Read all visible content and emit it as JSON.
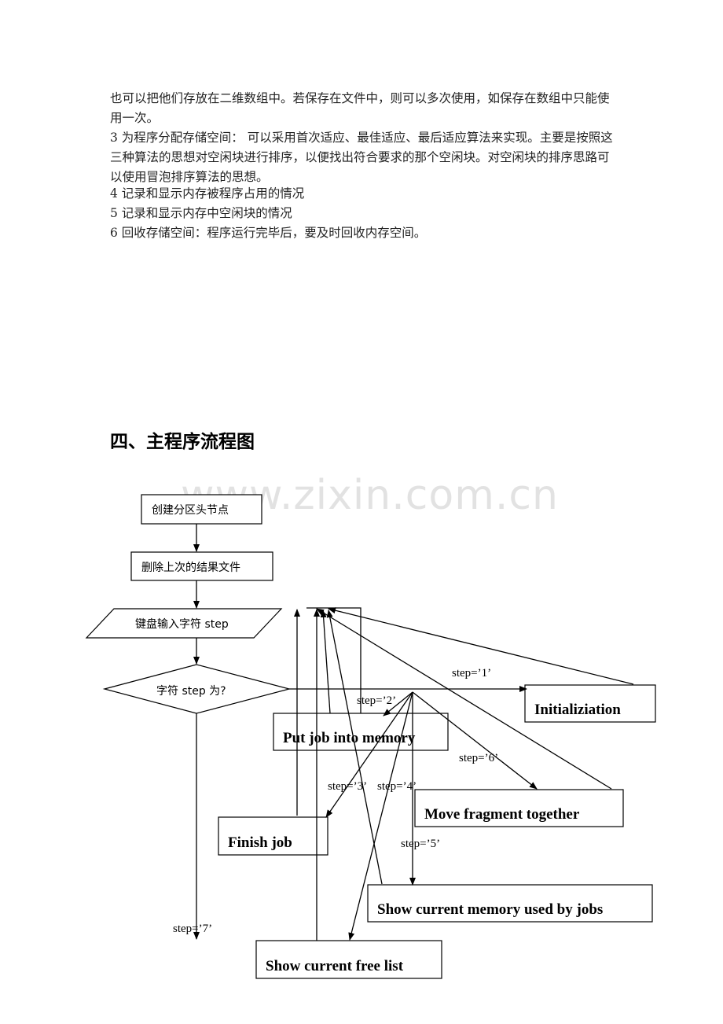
{
  "paragraphs": [
    "也可以把他们存放在二维数组中。若保存在文件中，则可以多次使用，如保存在数组中只能使用一次。",
    "3 为程序分配存储空间：  可以采用首次适应、最佳适应、最后适应算法来实现。主要是按照这三种算法的思想对空闲块进行排序，以便找出符合要求的那个空闲块。对空闲块的排序思路可以使用冒泡排序算法的思想。",
    "4 记录和显示内存被程序占用的情况",
    "5 记录和显示内存中空闲块的情况",
    "6 回收存储空间：程序运行完毕后，要及时回收内存空间。"
  ],
  "section_heading": "四、主程序流程图",
  "watermark": "www.zixin.com.cn",
  "flowchart": {
    "create_head": "创建分区头节点",
    "delete_file": "删除上次的结果文件",
    "keyboard_input": "键盘输入字符 step",
    "decision": "字符 step 为?",
    "initialization": "Initializiation",
    "put_job": "Put job into memory",
    "move_fragment": "Move fragment together",
    "finish_job": "Finish job",
    "show_memory": "Show current memory used by jobs",
    "show_free": "Show current free list",
    "labels": {
      "step1": "step=’1’",
      "step2": "step=’2’",
      "step6": "step=’6’",
      "step3": "step=’3’",
      "step4": "step=’4’",
      "step5": "step=’5’",
      "step7": "step=’7’"
    }
  }
}
